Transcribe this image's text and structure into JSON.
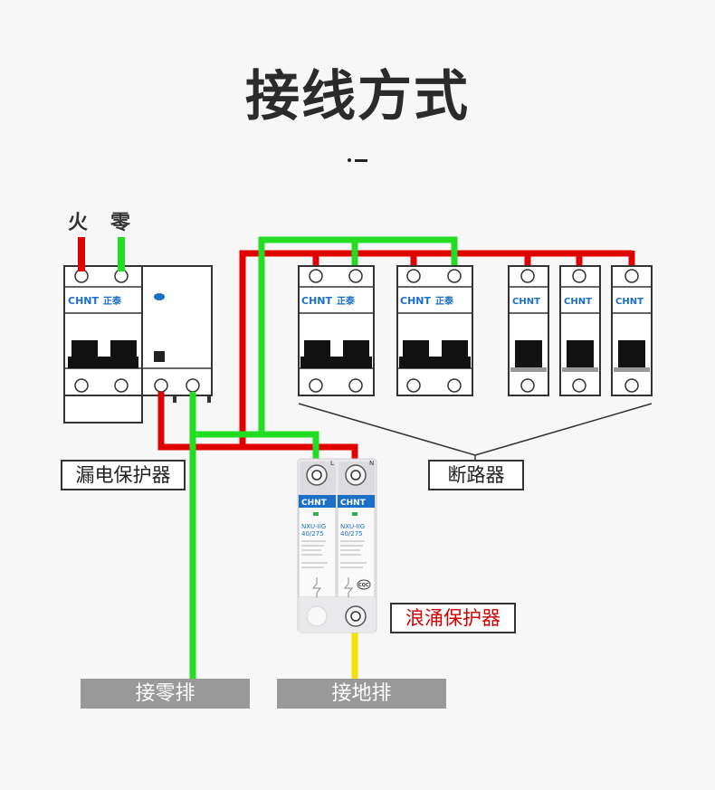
{
  "title": "接线方式",
  "wires": {
    "live_label": "火",
    "neutral_label": "零"
  },
  "labels": {
    "rcd": "漏电保护器",
    "breakers": "断路器",
    "spd": "浪涌保护器",
    "neutral_bar": "接零排",
    "ground_bar": "接地排"
  },
  "brand": {
    "logo": "CHNT",
    "cn_name": "正泰"
  },
  "spd_module": {
    "model": "NXU-IIG",
    "rating": "40/275",
    "terminal_l": "L",
    "terminal_n": "N",
    "cert_mark": "CQC"
  },
  "colors": {
    "live": "#e00000",
    "neutral": "#22dd22",
    "ground": "#f2e200",
    "brand_blue": "#1a6fc9"
  }
}
